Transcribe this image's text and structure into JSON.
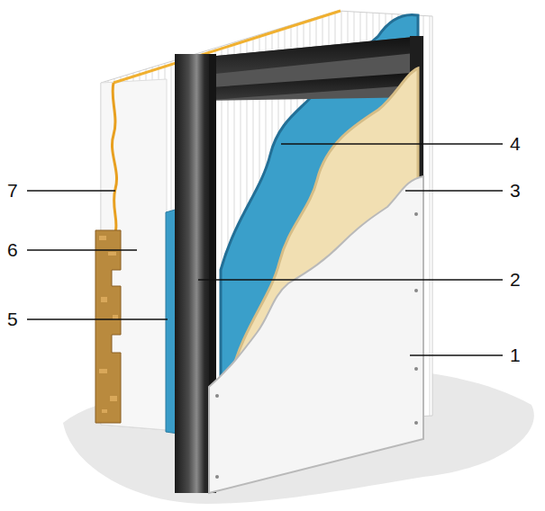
{
  "diagram": {
    "labels": [
      "7",
      "6",
      "5",
      "4",
      "3",
      "2",
      "1"
    ]
  }
}
